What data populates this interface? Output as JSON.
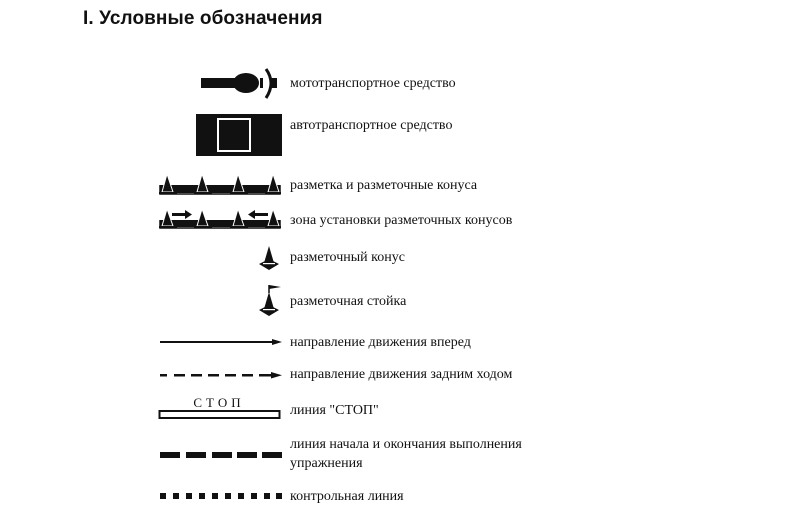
{
  "document": {
    "title": "I. Условные обозначения"
  },
  "legend": {
    "items": [
      {
        "icon": "motorcycle-icon",
        "label": "мототранспортное средство"
      },
      {
        "icon": "car-icon",
        "label": "автотранспортное средство"
      },
      {
        "icon": "marking-with-cones-icon",
        "label": "разметка и разметочные конуса"
      },
      {
        "icon": "cone-zone-icon",
        "label": "зона установки разметочных конусов"
      },
      {
        "icon": "cone-icon",
        "label": "разметочный конус"
      },
      {
        "icon": "marker-post-icon",
        "label": "разметочная стойка"
      },
      {
        "icon": "forward-arrow-icon",
        "label": "направление движения вперед"
      },
      {
        "icon": "reverse-dashed-arrow-icon",
        "label": "направление движения задним ходом"
      },
      {
        "icon": "stop-line-icon",
        "label": "линия \"СТОП\"",
        "icon_text": "СТОП"
      },
      {
        "icon": "start-finish-line-icon",
        "label": "линия начала и окончания выполнения упражнения"
      },
      {
        "icon": "control-line-icon",
        "label": "контрольная линия"
      }
    ]
  },
  "colors": {
    "ink": "#111111",
    "background": "#ffffff"
  }
}
